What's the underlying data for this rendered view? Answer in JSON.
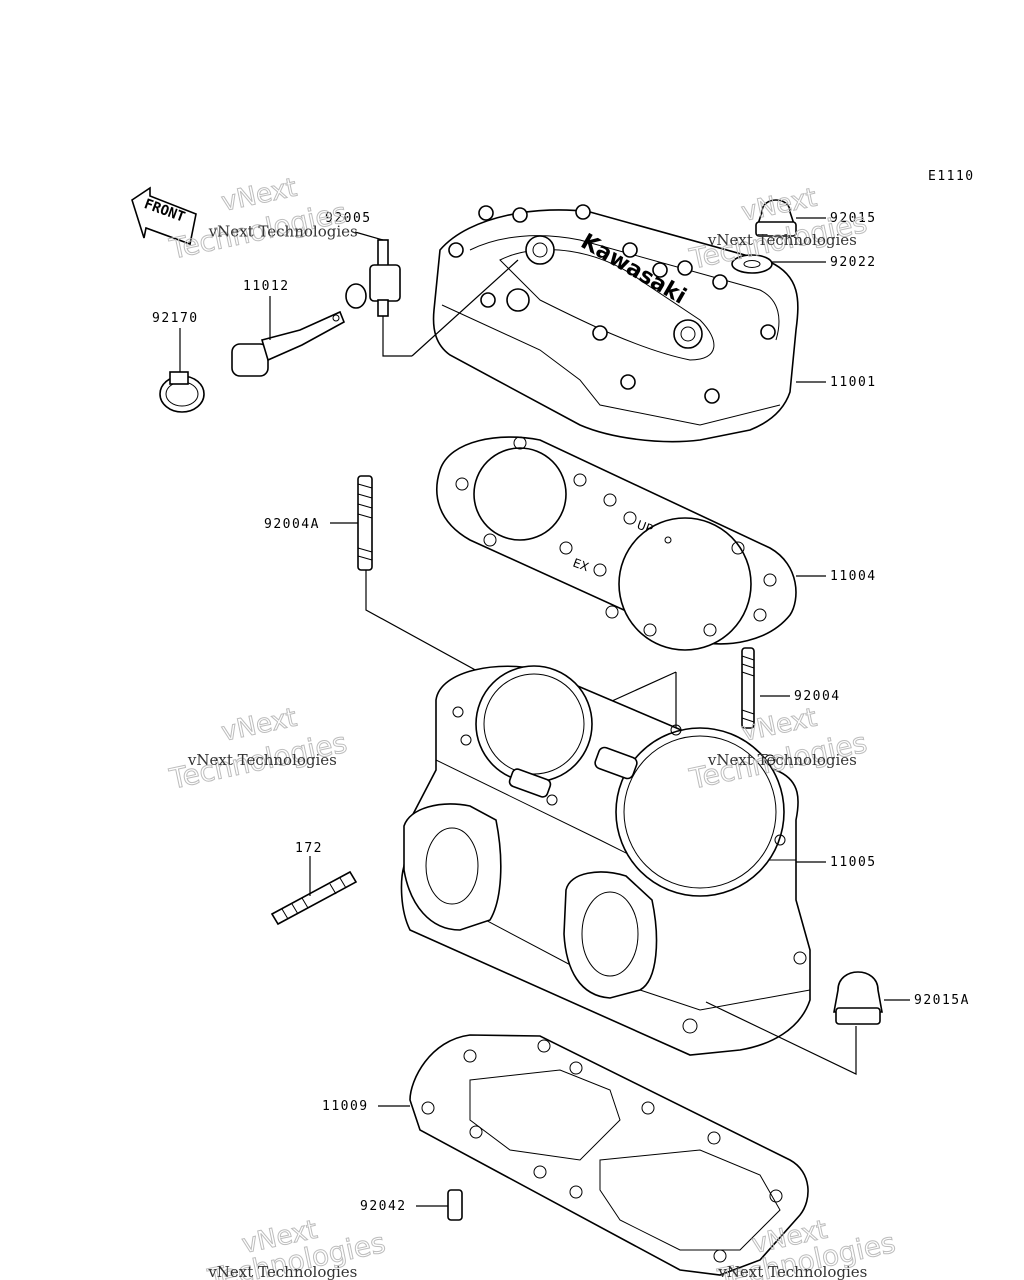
{
  "diagram_code": "E1110",
  "front_arrow_text": "FRONT",
  "embossed_brand": "Kawasaki",
  "gasket_marks": {
    "up": "UP",
    "ex": "EX"
  },
  "watermarks": [
    {
      "line1": "vNext",
      "line2": "Technologies",
      "caption": "vNext Technologies"
    },
    {
      "line1": "vNext",
      "line2": "Technologies",
      "caption": "vNext Technologies"
    },
    {
      "line1": "vNext",
      "line2": "Technologies",
      "caption": "vNext Technologies"
    },
    {
      "line1": "vNext",
      "line2": "Technologies",
      "caption": "vNext Technologies"
    },
    {
      "line1": "vNext",
      "line2": "Technologies",
      "caption": "vNext Technologies"
    },
    {
      "line1": "vNext",
      "line2": "Technologies",
      "caption": "vNext Technologies"
    }
  ],
  "parts": [
    {
      "id": "p92005",
      "label": "92005"
    },
    {
      "id": "p11012",
      "label": "11012"
    },
    {
      "id": "p92170",
      "label": "92170"
    },
    {
      "id": "p92015",
      "label": "92015"
    },
    {
      "id": "p92022",
      "label": "92022"
    },
    {
      "id": "p11001",
      "label": "11001"
    },
    {
      "id": "p92004A",
      "label": "92004A"
    },
    {
      "id": "p11004",
      "label": "11004"
    },
    {
      "id": "p92004",
      "label": "92004"
    },
    {
      "id": "p172",
      "label": "172"
    },
    {
      "id": "p11005",
      "label": "11005"
    },
    {
      "id": "p92015A",
      "label": "92015A"
    },
    {
      "id": "p11009",
      "label": "11009"
    },
    {
      "id": "p92042",
      "label": "92042"
    }
  ]
}
